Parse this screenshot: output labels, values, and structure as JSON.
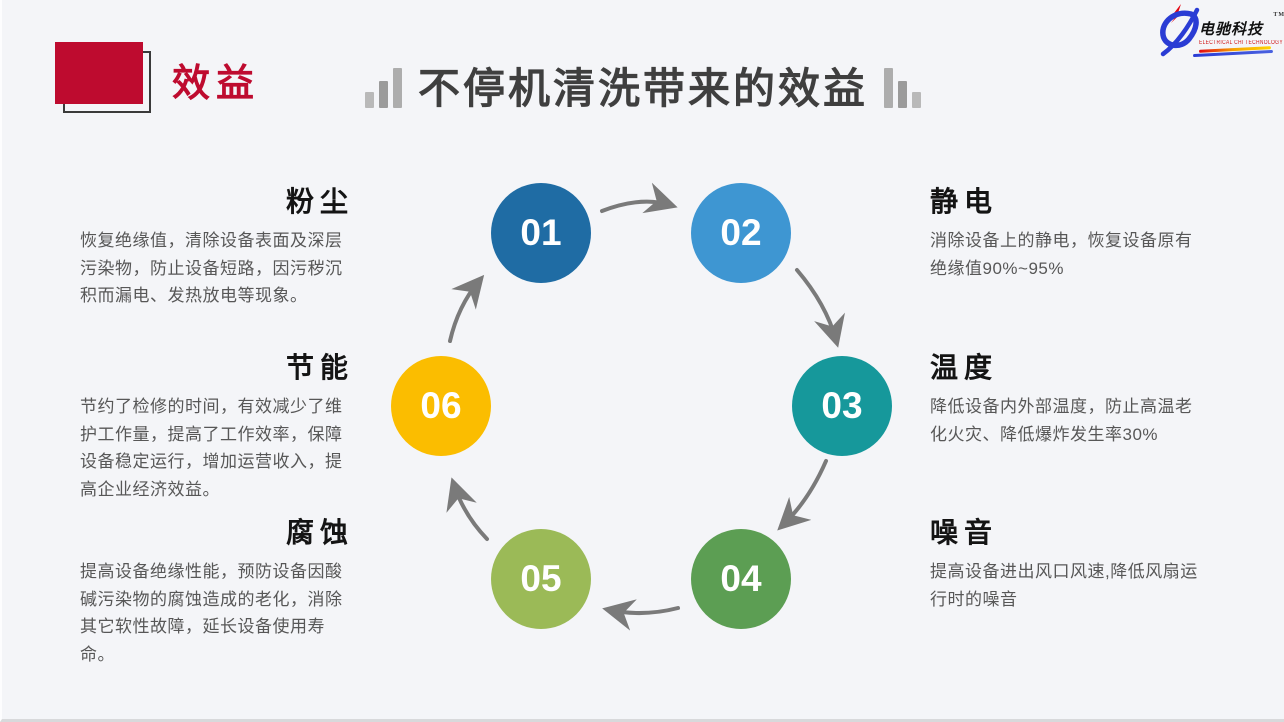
{
  "slide": {
    "corner_tag": "效益",
    "title": "不停机清洗带来的效益"
  },
  "logo": {
    "name": "电驰科技",
    "tm": "TM",
    "subtitle": "ELECTRICAL CHI TECHNOLOGY"
  },
  "diagram": {
    "type": "cycle",
    "direction": "clockwise",
    "steps": [
      {
        "num": "01",
        "color": "#1f6ca4"
      },
      {
        "num": "02",
        "color": "#3e96d2"
      },
      {
        "num": "03",
        "color": "#16989b"
      },
      {
        "num": "04",
        "color": "#5c9e53"
      },
      {
        "num": "05",
        "color": "#9bba57"
      },
      {
        "num": "06",
        "color": "#fbbd00"
      }
    ],
    "arrow_color": "#7a7a7a"
  },
  "benefits": {
    "left": [
      {
        "heading": "粉尘",
        "body": "恢复绝缘值，清除设备表面及深层污染物，防止设备短路，因污秽沉积而漏电、发热放电等现象。"
      },
      {
        "heading": "节能",
        "body": "节约了检修的时间，有效减少了维护工作量，提高了工作效率，保障设备稳定运行，增加运营收入，提高企业经济效益。"
      },
      {
        "heading": "腐蚀",
        "body": "提高设备绝缘性能，预防设备因酸碱污染物的腐蚀造成的老化，消除其它软性故障，延长设备使用寿命。"
      }
    ],
    "right": [
      {
        "heading": "静电",
        "body": "消除设备上的静电，恢复设备原有绝缘值90%~95%"
      },
      {
        "heading": "温度",
        "body": "降低设备内外部温度，防止高温老化火灾、降低爆炸发生率30%"
      },
      {
        "heading": "噪音",
        "body": "提高设备进出风口风速,降低风扇运行时的噪音"
      }
    ]
  },
  "colors": {
    "accent_red": "#be0b2f",
    "title_gray": "#3f3f3f",
    "background": "#f4f5f8"
  }
}
